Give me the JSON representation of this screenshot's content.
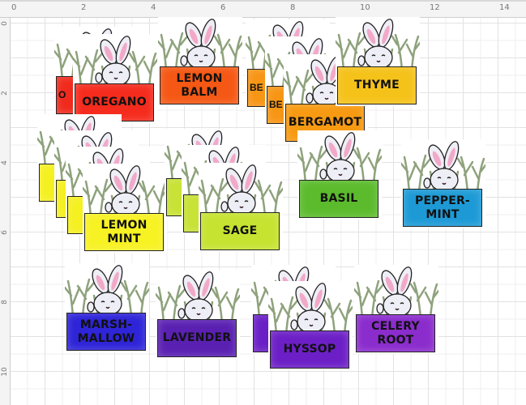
{
  "ruler": {
    "top_labels": [
      "0",
      "2",
      "4",
      "6",
      "8",
      "10",
      "12",
      "14"
    ],
    "left_labels": [
      "0",
      "2",
      "4",
      "6",
      "8",
      "10"
    ]
  },
  "cards": [
    {
      "label": "O",
      "color": "#f02a1c"
    },
    {
      "label": "OREGANO",
      "color": "#f52b1d"
    },
    {
      "label": "LEMON BALM",
      "color": "#f55814"
    },
    {
      "label": "BE",
      "color": "#f79514"
    },
    {
      "label": "BE",
      "color": "#f79514"
    },
    {
      "label": "BERGAMOT",
      "color": "#f79a12"
    },
    {
      "label": "THYME",
      "color": "#f5c21a"
    },
    {
      "label": "",
      "color": "#f5f020"
    },
    {
      "label": "",
      "color": "#f5f020"
    },
    {
      "label": "",
      "color": "#f5f020"
    },
    {
      "label": "LEMON MINT",
      "color": "#f7f223"
    },
    {
      "label": "",
      "color": "#c8e235"
    },
    {
      "label": "",
      "color": "#c8e235"
    },
    {
      "label": "SAGE",
      "color": "#c6e332"
    },
    {
      "label": "BASIL",
      "color": "#5cbb2c"
    },
    {
      "label": "PEPPER-MINT",
      "color": "#1d9ad6"
    },
    {
      "label": "MARSH-MALLOW",
      "color": "#2e24d8"
    },
    {
      "label": "LAVENDER",
      "color": "#5a20b2"
    },
    {
      "label": "",
      "color": "#6a1fc6"
    },
    {
      "label": "HYSSOP",
      "color": "#6c1fc6"
    },
    {
      "label": "CELERY ROOT",
      "color": "#8b2ccd"
    }
  ]
}
